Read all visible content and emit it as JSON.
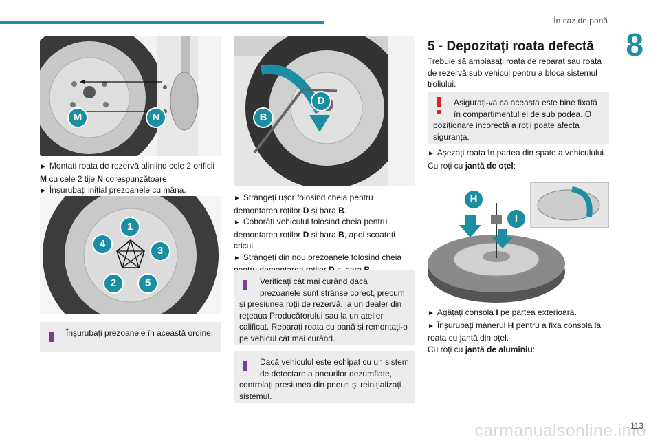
{
  "header": {
    "section_title": "În caz de pană",
    "chapter_number": "8",
    "page_number": "113"
  },
  "watermark": "carmanualsonline.info",
  "col1": {
    "image1_labels": {
      "m": "M",
      "n": "N"
    },
    "step1_pre": "Montați roata de rezervă aliniind cele 2 orificii",
    "step1_m": "M",
    "step1_mid": "cu cele 2 tije",
    "step1_n": "N",
    "step1_post": "corespunzătoare.",
    "step2": "Înșurubați inițial prezoanele cu mâna.",
    "image2_labels": [
      "1",
      "2",
      "3",
      "4",
      "5"
    ],
    "info": "Înșurubați prezoanele în această ordine."
  },
  "col2": {
    "image_labels": {
      "b": "B",
      "d": "D"
    },
    "step1_pre": "Strângeți ușor folosind cheia pentru demontarea roților",
    "step1_d": "D",
    "step1_mid": "și bara",
    "step1_b": "B",
    "step2_pre": "Coborâți vehiculul folosind cheia pentru demontarea roților",
    "step2_d": "D",
    "step2_mid": "și bara",
    "step2_b": "B",
    "step2_post": ", apoi scoateți cricul.",
    "step3_pre": "Strângeți din nou prezoanele folosind cheia pentru demontarea roților",
    "step3_d": "D",
    "step3_mid": "și bara",
    "step3_b": "B",
    "info1": "Verificați cât mai curând dacă prezoanele sunt strânse corect, precum și presiunea roții de rezervă, la un dealer din rețeaua Producătorului sau la un atelier calificat. Reparați roata cu pană și remontați-o pe vehicul cât mai curând.",
    "info2": "Dacă vehiculul este echipat cu un sistem de detectare a pneurilor dezumflate, controlați presiunea din pneuri și reinițializați sistemul."
  },
  "col3": {
    "title": "5 - Depozitați roata defectă",
    "intro": "Trebuie să amplasați roata de reparat sau roata de rezervă sub vehicul pentru a bloca sistemul troliului.",
    "warning": "Asigurați-vă că aceasta este bine fixată în compartimentul ei de sub podea. O poziționare incorectă a roții poate afecta siguranța.",
    "step1": "Așezați roata în partea din spate a vehiculului.",
    "steel_pre": "Cu roți cu",
    "steel_bold": "jantă de oțel",
    "image_labels": {
      "h": "H",
      "i": "I"
    },
    "step2_pre": "Agățați consola",
    "step2_i": "I",
    "step2_post": "pe partea exterioară.",
    "step3_pre": "Înșurubați mânerul",
    "step3_h": "H",
    "step3_post": "pentru a fixa consola la roata cu jantă din oțel.",
    "alu_pre": "Cu roți cu",
    "alu_bold": "jantă de aluminiu"
  }
}
